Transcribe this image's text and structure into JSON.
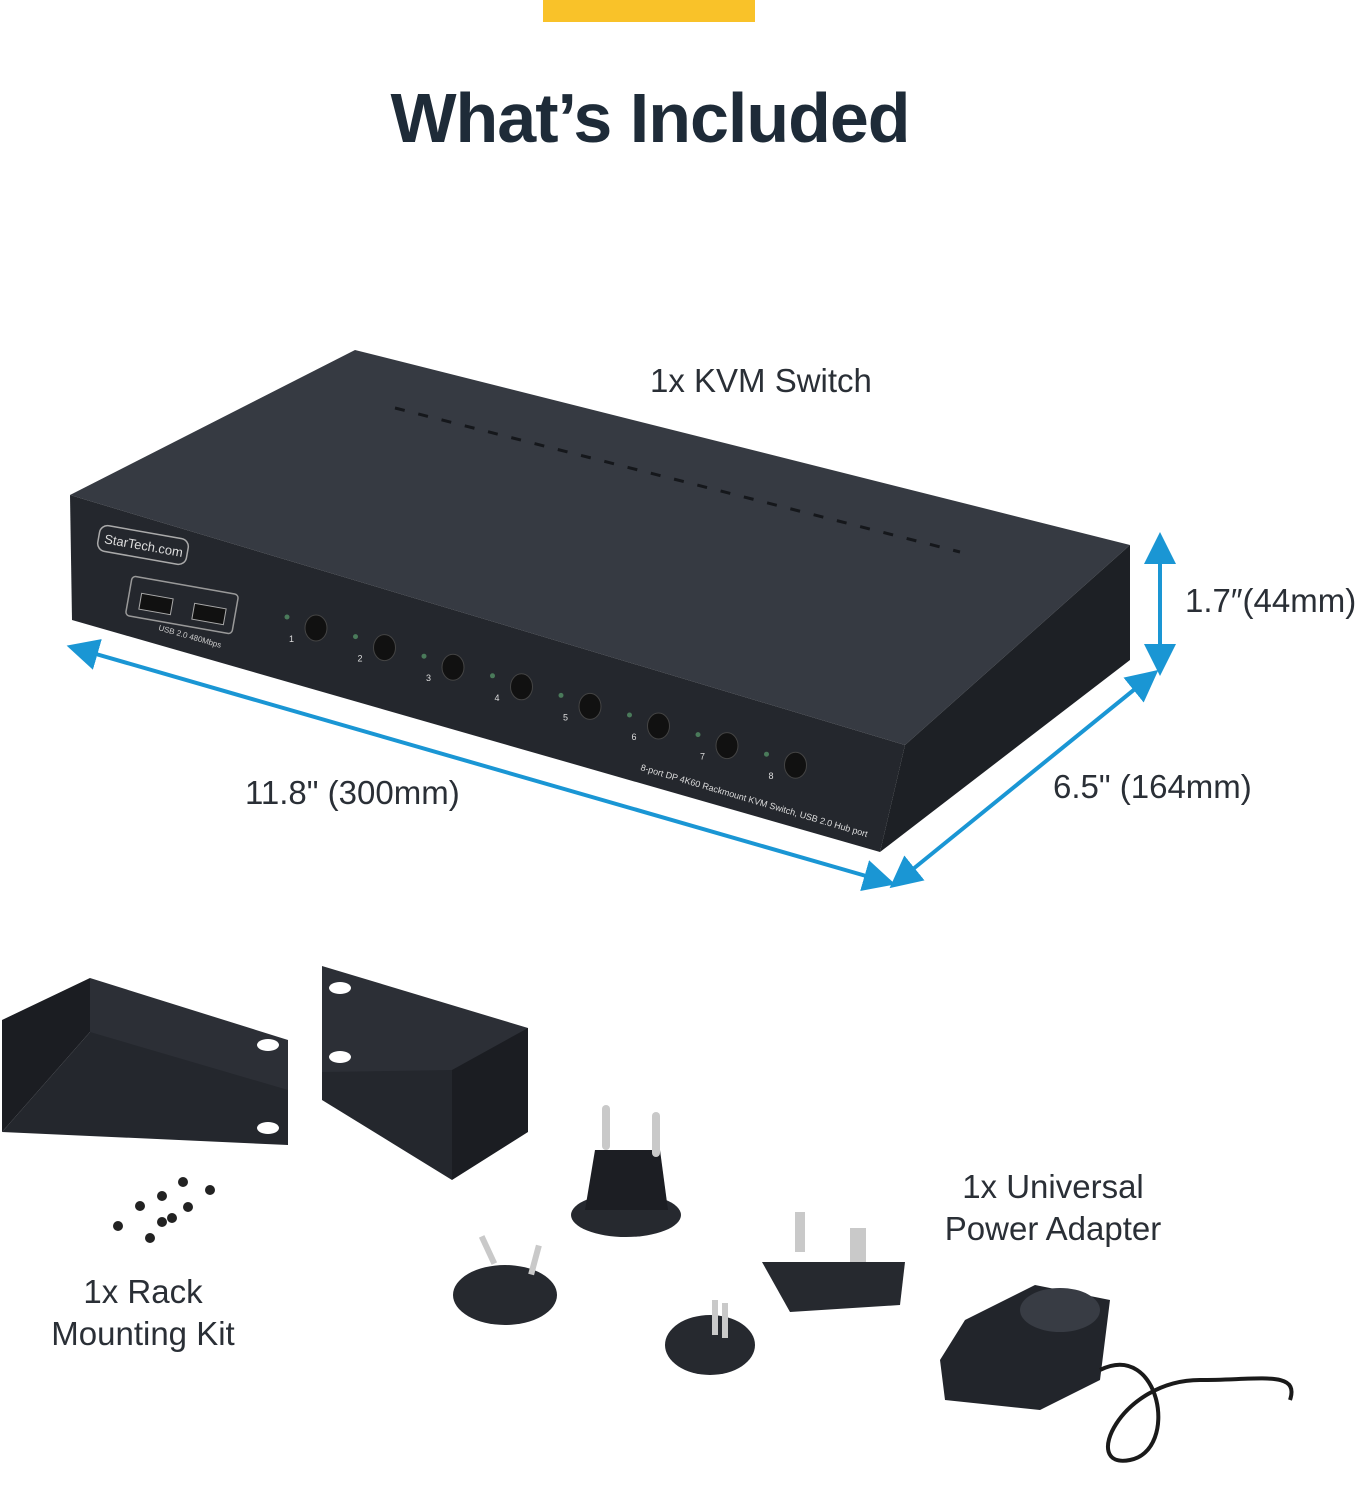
{
  "header": {
    "title": "What’s Included"
  },
  "colors": {
    "accent": "#f9c229",
    "dimension": "#1a96d4",
    "title": "#1e2b38",
    "device": "#2b2f36"
  },
  "items": {
    "kvm_switch": {
      "label": "1x KVM Switch",
      "brand": "StarTech.com",
      "usb_label": "USB 2.0 480Mbps",
      "front_text": "8-port DP 4K60 Rackmount KVM Switch, USB 2.0 Hub port",
      "port_numbers": [
        "1",
        "2",
        "3",
        "4",
        "5",
        "6",
        "7",
        "8"
      ]
    },
    "rack_kit": {
      "label_line1": "1x Rack",
      "label_line2": "Mounting Kit"
    },
    "power_adapter": {
      "label_line1": "1x Universal",
      "label_line2": "Power Adapter"
    }
  },
  "dimensions": {
    "width": "11.8\" (300mm)",
    "depth": "6.5\" (164mm)",
    "height": "1.7″(44mm)"
  }
}
